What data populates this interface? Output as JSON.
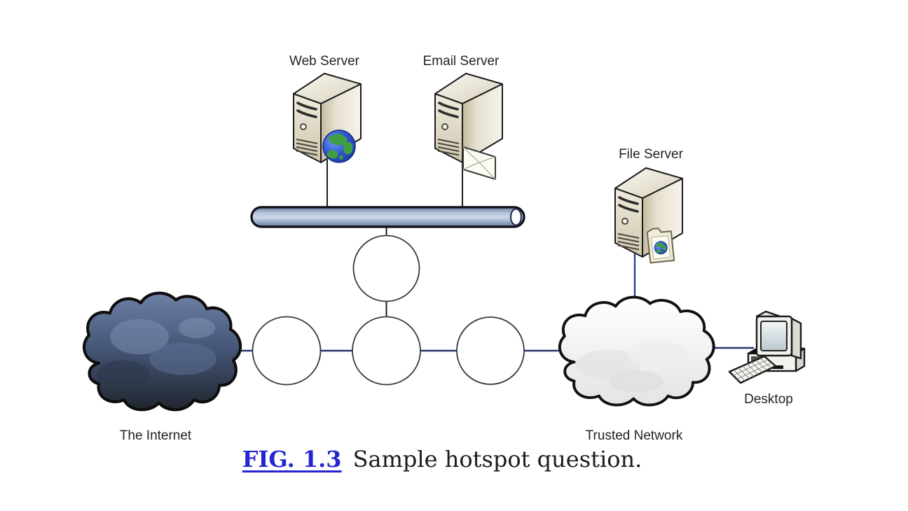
{
  "figure": {
    "labels": {
      "web_server": "Web Server",
      "email_server": "Email Server",
      "file_server": "File Server",
      "internet": "The Internet",
      "trusted_network": "Trusted Network",
      "desktop": "Desktop"
    },
    "hotspots": {
      "count": 4
    },
    "colors": {
      "connector_navy": "#263569",
      "device_line_black": "#1c1c1c",
      "bus_fill": "#ccd7e7",
      "internet_cloud_dark": "#47587a",
      "trusted_cloud_light": "#f4f4f4",
      "server_body": "#e9e3d2",
      "link_blue": "#2525d2"
    }
  },
  "caption": {
    "fig_label": "FIG. 1.3",
    "text": "Sample hotspot question."
  }
}
